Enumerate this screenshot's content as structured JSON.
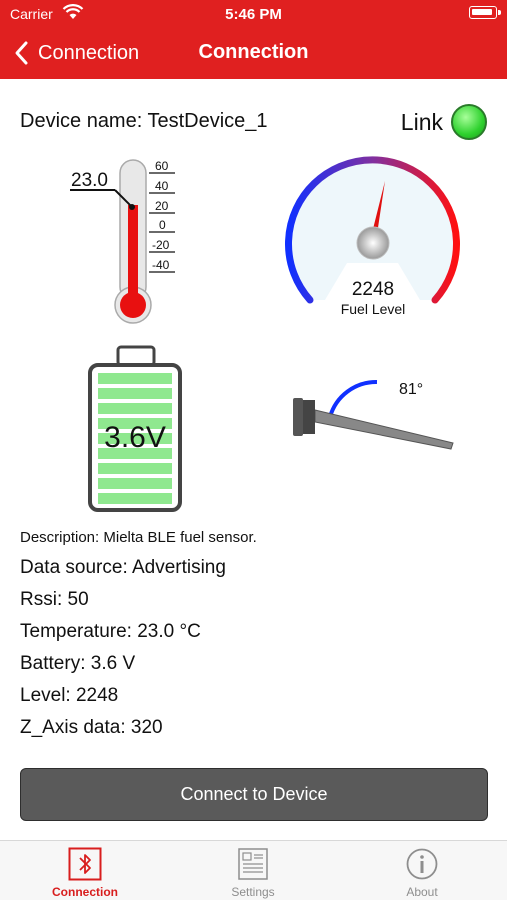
{
  "status": {
    "carrier": "Carrier",
    "time": "5:46 PM"
  },
  "nav": {
    "back_label": "Connection",
    "title": "Connection"
  },
  "device": {
    "name_text": "Device name: TestDevice_1",
    "link_label": "Link",
    "link_color": "#2ed12e"
  },
  "thermometer": {
    "value": "23.0",
    "scale": [
      "60",
      "40",
      "20",
      "0",
      "-20",
      "-40"
    ]
  },
  "gauge": {
    "value": "2248",
    "label": "Fuel Level"
  },
  "battery_widget": {
    "value": "3.6V"
  },
  "tilt": {
    "angle_label": "81°"
  },
  "info": {
    "description": "Description: Mielta BLE fuel sensor.",
    "data_source": "Data source: Advertising",
    "rssi": "Rssi: 50",
    "temperature": "Temperature: 23.0 °C",
    "battery": "Battery: 3.6 V",
    "level": "Level: 2248",
    "z_axis": "Z_Axis data: 320"
  },
  "button": {
    "label": "Connect to Device"
  },
  "tabs": [
    {
      "label": "Connection",
      "icon": "bluetooth-icon",
      "active": true
    },
    {
      "label": "Settings",
      "icon": "settings-icon",
      "active": false
    },
    {
      "label": "About",
      "icon": "info-icon",
      "active": false
    }
  ],
  "colors": {
    "brand": "#e02020",
    "active_tab": "#d81e1e",
    "button": "#5a5a5a"
  }
}
